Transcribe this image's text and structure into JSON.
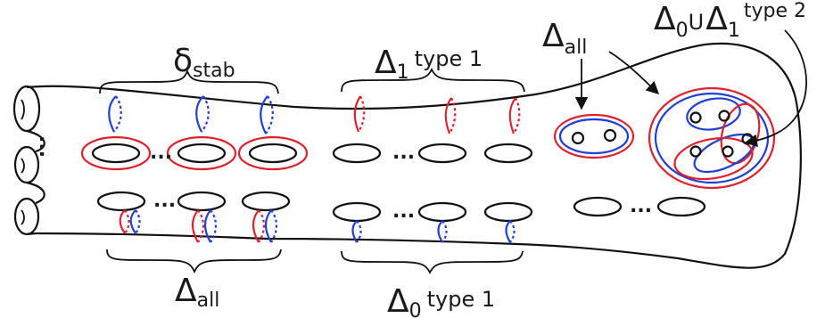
{
  "labels": {
    "delta_stab": {
      "main": "δ",
      "sub": "stab"
    },
    "delta1_type1": {
      "main": "Δ",
      "sub": "1",
      "suffix": "type 1"
    },
    "delta_all_top": {
      "main": "Δ",
      "sub": "all"
    },
    "delta0_union_delta1_type2": {
      "main": "Δ",
      "sub": "0",
      "union": "U",
      "main2": "Δ",
      "sub2": "1",
      "suffix": "type 2"
    },
    "delta_all_bottom": {
      "main": "Δ",
      "sub": "all"
    },
    "delta0_type1": {
      "main": "Δ",
      "sub": "0",
      "suffix": "type 1"
    }
  },
  "ellipsis": "...",
  "colors": {
    "surface": "#111111",
    "red_curve": "#e0212b",
    "blue_curve": "#1f3fd6"
  }
}
